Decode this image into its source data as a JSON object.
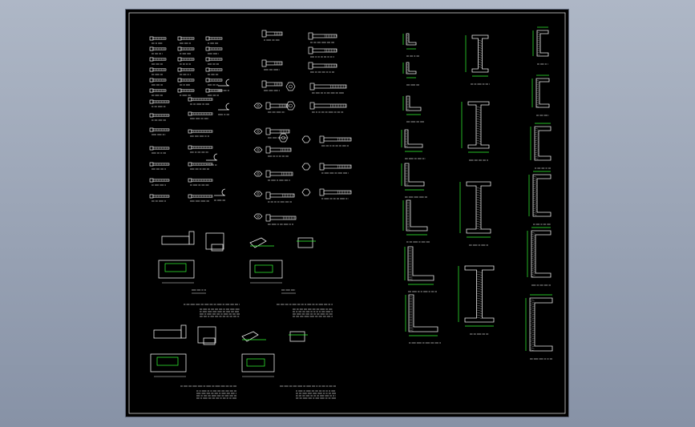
{
  "viewport": {
    "title": ""
  },
  "colors": {
    "background": "#000000",
    "line": "#e8e8e8",
    "dimension": "#33ff33",
    "hatch": "#bfbfbf"
  },
  "sections": {
    "fasteners": {
      "kind": "bolts-screws-nuts-rivets"
    },
    "weld_details": {
      "kind": "welded-joint-details"
    },
    "angles": {
      "kind": "equal-angle-sections"
    },
    "i_beams": {
      "kind": "i-beam-sections"
    },
    "channels": {
      "kind": "channel-sections"
    }
  }
}
